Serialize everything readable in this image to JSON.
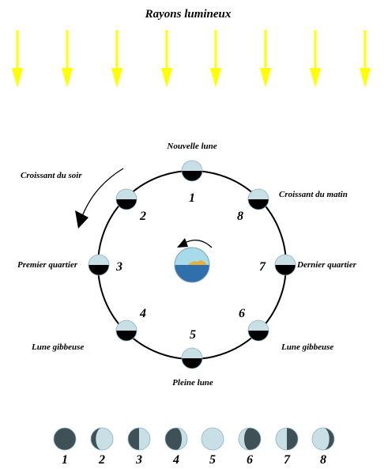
{
  "title": "Rayons lumineux",
  "colors": {
    "light_ray": "#ffff00",
    "moon_light": "#c8dfe6",
    "moon_dark": "#000000",
    "phase_dark": "#3f5157",
    "earth_sky": "#a7dbea",
    "earth_sea": "#2f6fab",
    "earth_land": "#e8ae3a",
    "orbit": "#000000"
  },
  "labels": {
    "new_moon": "Nouvelle lune",
    "waxing_crescent": "Croissant du soir",
    "waning_crescent": "Croissant du matin",
    "first_quarter": "Premier quartier",
    "last_quarter": "Dernier quartier",
    "waxing_gibbous": "Lune gibbeuse",
    "waning_gibbous": "Lune gibbeuse",
    "full_moon": "Pleine lune"
  },
  "orbit_numbers": [
    "1",
    "2",
    "3",
    "4",
    "5",
    "6",
    "7",
    "8"
  ],
  "phase_numbers": [
    "1",
    "2",
    "3",
    "4",
    "5",
    "6",
    "7",
    "8"
  ],
  "icons": {
    "sun_ray": "down-arrow-icon",
    "orbit_direction": "curved-arrow-icon",
    "earth_rotation": "curved-arrow-icon",
    "moon": "half-lit-moon-icon",
    "earth": "earth-globe-icon"
  }
}
